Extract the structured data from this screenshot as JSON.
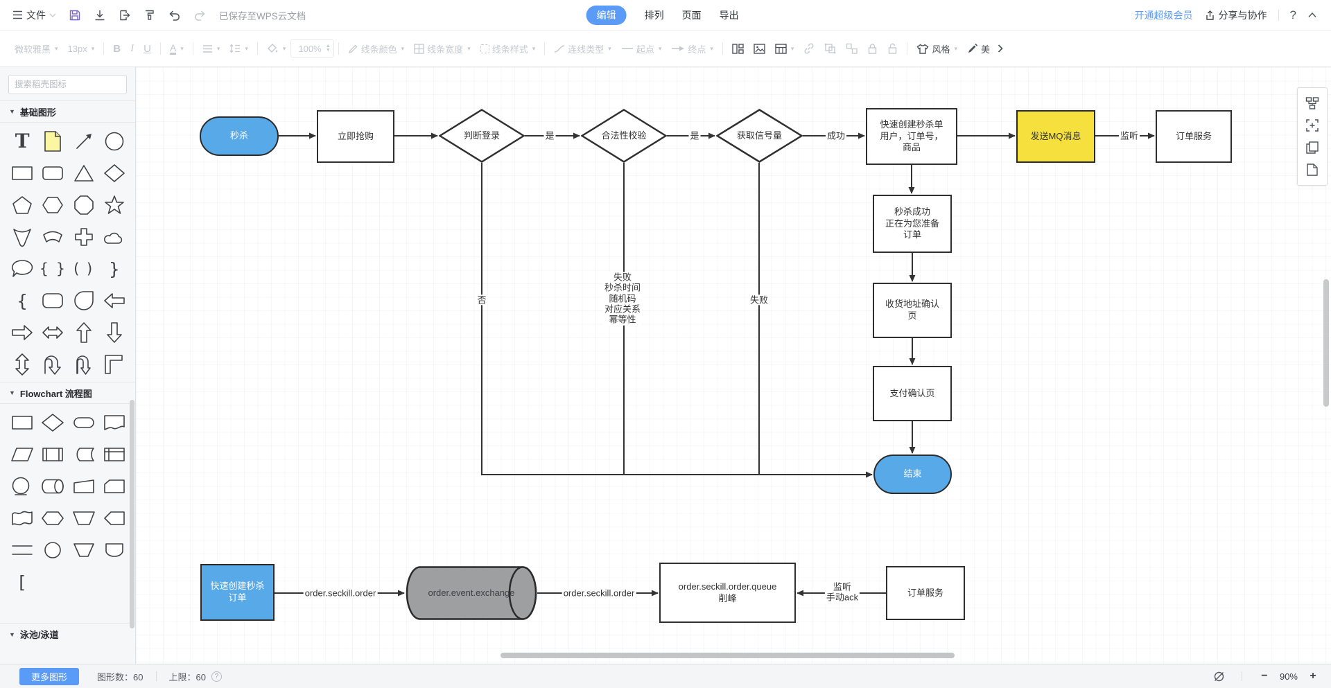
{
  "menubar": {
    "file": "文件",
    "saved": "已保存至WPS云文档",
    "tabs": [
      "编辑",
      "排列",
      "页面",
      "导出"
    ],
    "active_tab": "编辑",
    "upgrade": "开通超级会员",
    "share": "分享与协作",
    "help": "?"
  },
  "toolbar": {
    "font_family": "微软雅黑",
    "font_size": "13px",
    "bold": "B",
    "italic": "I",
    "underline": "U",
    "font_color": "A",
    "zoom": "100%",
    "line_color": "线条颜色",
    "line_width": "线条宽度",
    "line_style": "线条样式",
    "connector": "连线类型",
    "start_point": "起点",
    "end_point": "终点",
    "style": "风格",
    "beautify": "美"
  },
  "sidebar": {
    "search_placeholder": "搜索稻壳图标",
    "sections": {
      "basic": "基础图形",
      "flowchart": "Flowchart 流程图",
      "pool": "泳池/泳道"
    },
    "palette": {
      "basic": [
        "text",
        "sticky-note",
        "line-arrow",
        "circle",
        "rectangle",
        "rounded-rectangle",
        "triangle",
        "diamond",
        "pentagon",
        "hexagon",
        "octagon",
        "star",
        "cone",
        "arc-band",
        "cross",
        "cloud",
        "speech-bubble",
        "curly-braces",
        "parentheses",
        "right-brace",
        "left-brace",
        "rounded-box",
        "teardrop",
        "arrow-left",
        "arrow-right",
        "arrow-left-right",
        "arrow-up",
        "arrow-down",
        "arrow-up-down",
        "u-turn-arrow",
        "u-turn-arrow-narrow",
        "corner-arrow"
      ],
      "flowchart": [
        "process",
        "decision",
        "terminator",
        "document",
        "data-parallelogram",
        "predefined-process",
        "stored-data",
        "internal-storage",
        "connector-circle",
        "direct-access-storage",
        "trapezoid",
        "card",
        "display-wave",
        "preparation",
        "manual-operation",
        "point-left-hexagon",
        "parallel-lines",
        "small-circle",
        "pentagon-down",
        "cup",
        "left-bracket"
      ]
    }
  },
  "statusbar": {
    "more_shapes": "更多图形",
    "count_label": "图形数：",
    "count": "60",
    "limit_label": "上限：",
    "limit": "60",
    "minus": "−",
    "zoom": "90%",
    "plus": "+"
  },
  "flow": {
    "nodes": {
      "start": "秒杀",
      "buy_now": "立即抢购",
      "check_login": "判断登录",
      "validity": "合法性校验",
      "semaphore": "获取信号量",
      "create_order": "快速创建秒杀单\n用户，订单号，\n商品",
      "send_mq": "发送MQ消息",
      "order_service_top": "订单服务",
      "success_page": "秒杀成功\n正在为您准备\n订单",
      "address_page": "收货地址确认\n页",
      "pay_page": "支付确认页",
      "end": "结束",
      "create_order2": "快速创建秒杀\n订单",
      "exchange": "order.event.exchange",
      "queue": "order.seckill.order.queue\n削峰",
      "order_service_bottom": "订单服务"
    },
    "edge_labels": {
      "yes1": "是",
      "yes2": "是",
      "success": "成功",
      "listen": "监听",
      "no": "否",
      "fail_detail": "失败\n秒杀时间\n随机码\n对应关系\n幂等性",
      "fail": "失败",
      "route1": "order.seckill.order",
      "route2": "order.seckill.order",
      "listen_ack": "监听\n手动ack"
    }
  },
  "colors": {
    "node_blue": "#58a9e8",
    "node_yellow": "#f5e03d",
    "accent_blue": "#5b9bf8"
  }
}
